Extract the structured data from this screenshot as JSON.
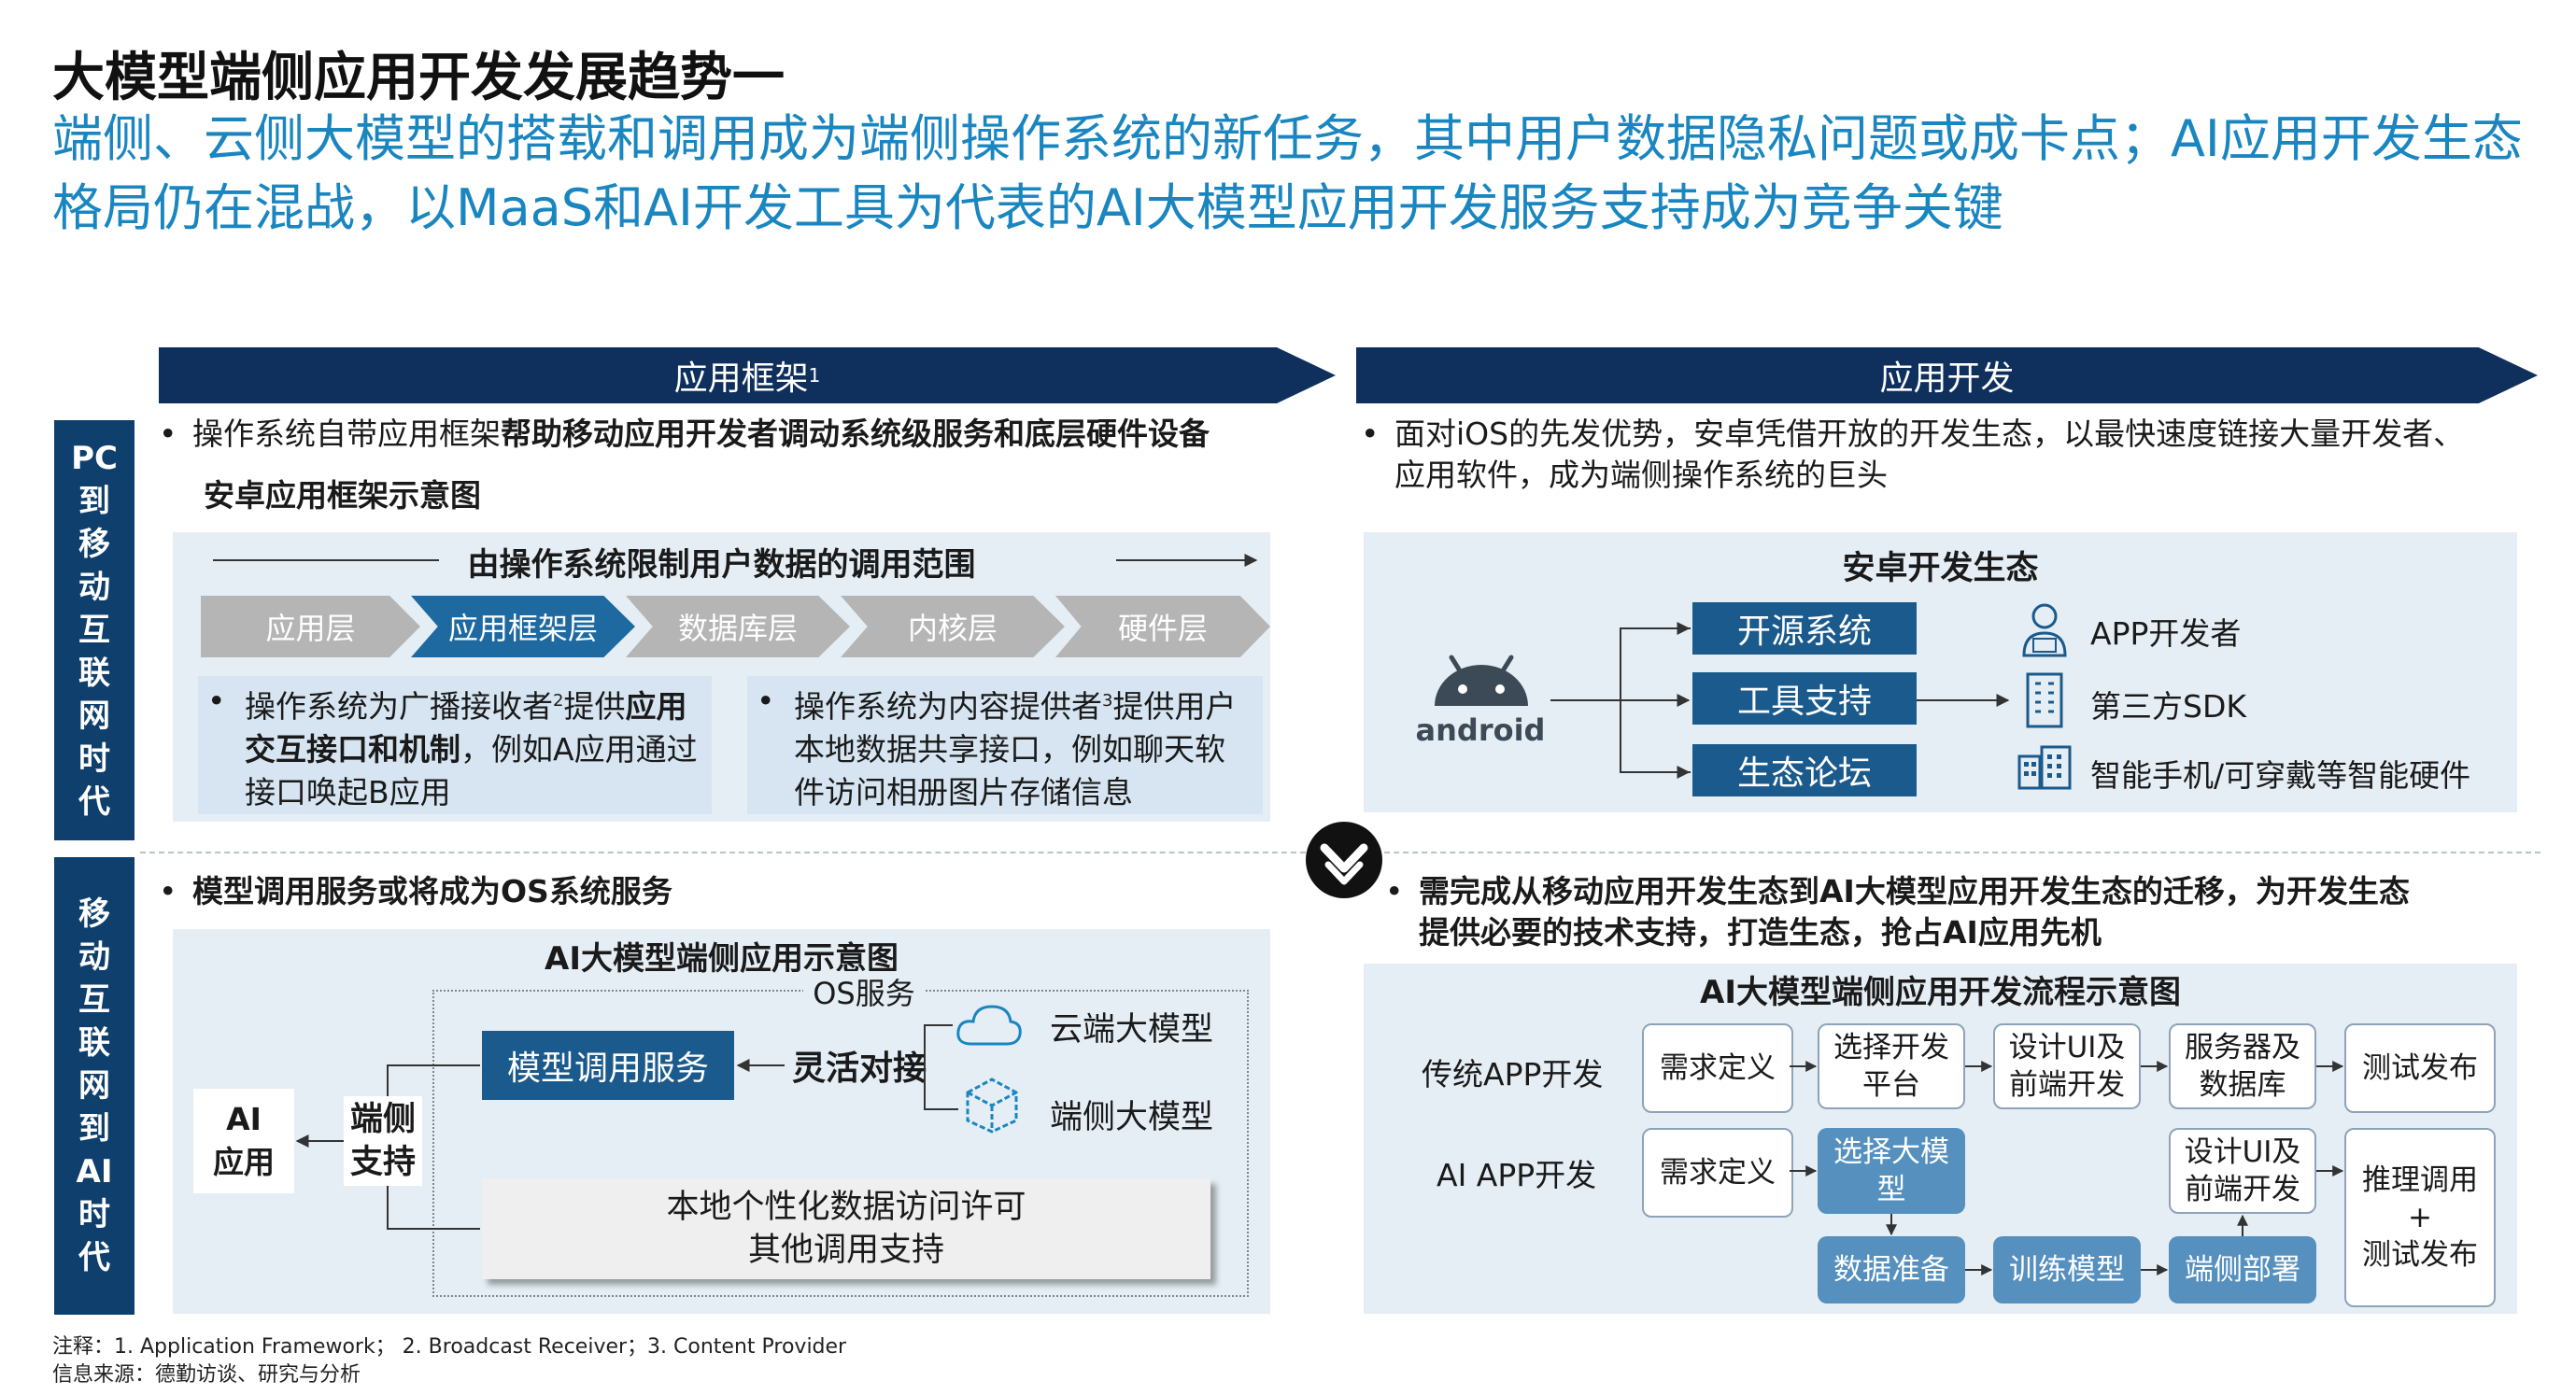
{
  "title": "大模型端侧应用开发发展趋势一",
  "subtitle": "端侧、云侧大模型的搭载和调用成为端侧操作系统的新任务，其中用户数据隐私问题或成卡点；AI应用开发生态格局仍在混战，以MaaS和AI开发工具为代表的AI大模型应用开发服务支持成为竞争关键",
  "colors": {
    "dark_navy": "#0f2f5c",
    "brand_blue": "#1a86c0",
    "panel": "#e6eef5",
    "flow_blue": "#5590bf"
  },
  "banners": {
    "framework": "应用框架",
    "framework_sup": "1",
    "dev": "应用开发"
  },
  "side": {
    "top": [
      "PC",
      "到",
      "移",
      "动",
      "互",
      "联",
      "网",
      "时",
      "代"
    ],
    "bottom": [
      "移",
      "动",
      "互",
      "联",
      "网",
      "到",
      "AI",
      "时",
      "代"
    ]
  },
  "tl": {
    "bullet_normal": "操作系统自带应用框架",
    "bullet_bold": "帮助移动应用开发者调动系统级服务和底层硬件设备",
    "diagram_title": "安卓应用框架示意图",
    "range_label": "由操作系统限制用户数据的调用范围",
    "layers": [
      "应用层",
      "应用框架层",
      "数据库层",
      "内核层",
      "硬件层"
    ],
    "box1": {
      "p1": "操作系统为广播接收者",
      "sup": "2",
      "p2": "提供",
      "bold": "应用交互接口和机制",
      "p3": "，例如A应用通过接口唤起B应用"
    },
    "box2": {
      "p1": "操作系统为内容提供者",
      "sup": "3",
      "p2": "提供用户本地数据共享接口，例如聊天软件访问相册图片存储信息"
    }
  },
  "tr": {
    "bullet_l1": "面对iOS的先发优势，安卓凭借开放的开发生态，以最快速度链接大量开发者、",
    "bullet_l2": "应用软件，成为端侧操作系统的巨头",
    "eco_title": "安卓开发生态",
    "android": "android",
    "eco_items": [
      "开源系统",
      "工具支持",
      "生态论坛"
    ],
    "targets": [
      "APP开发者",
      "第三方SDK",
      "智能手机/可穿戴等智能硬件"
    ]
  },
  "bl": {
    "bullet": "模型调用服务或将成为OS系统服务",
    "diagram_title": "AI大模型端侧应用示意图",
    "os_label": "OS服务",
    "ai_app": [
      "AI",
      "应用"
    ],
    "support": [
      "端侧",
      "支持"
    ],
    "model_service": "模型调用服务",
    "flex": "灵活对接",
    "cloud": "云端大模型",
    "device": "端侧大模型",
    "local": [
      "本地个性化数据访问许可",
      "其他调用支持"
    ]
  },
  "br": {
    "bullet_l1": "需完成从移动应用开发生态到AI大模型应用开发生态的迁移，为开发生态",
    "bullet_l2": "提供必要的技术支持，打造生态，抢占AI应用先机",
    "diagram_title": "AI大模型端侧应用开发流程示意图",
    "row1_label": "传统APP开发",
    "row1": [
      "需求定义",
      "选择开发平台",
      "设计UI及前端开发",
      "服务器及数据库",
      "测试发布"
    ],
    "row2_label": "AI APP开发",
    "row2_top": [
      "需求定义",
      "选择大模型",
      "设计UI及前端开发"
    ],
    "row2_bottom": [
      "数据准备",
      "训练模型",
      "端侧部署"
    ],
    "row2_final": [
      "推理调用",
      "+",
      "测试发布"
    ]
  },
  "footer": {
    "note": "注释：1. Application Framework；   2. Broadcast Receiver；3. Content Provider",
    "source": "信息来源：德勤访谈、研究与分析"
  }
}
